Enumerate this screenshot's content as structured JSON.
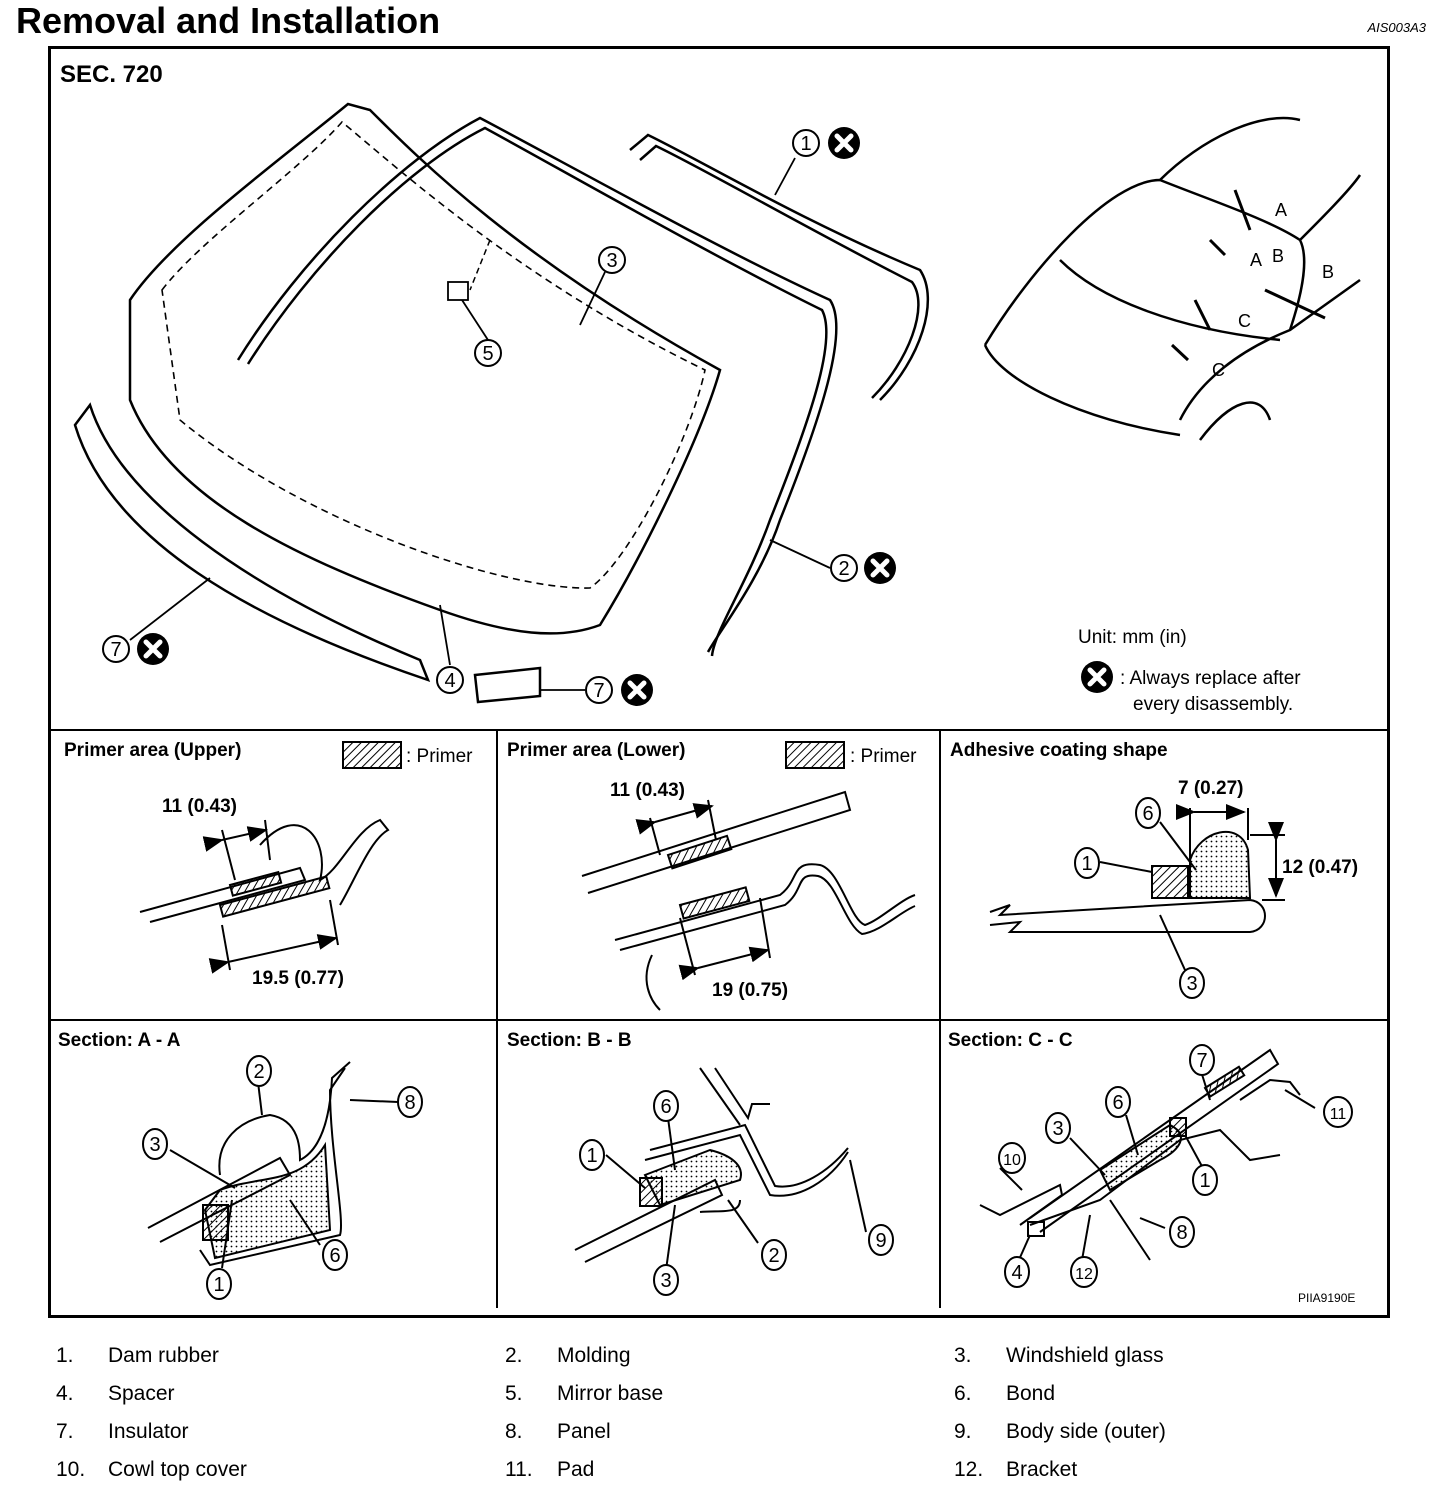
{
  "header": {
    "title": "Removal and Installation",
    "code": "AIS003A3"
  },
  "diagram": {
    "section": "SEC. 720",
    "unit": "Unit: mm (in)",
    "replace_note_1": ": Always replace after",
    "replace_note_2": "every disassembly.",
    "figure_code": "PIIA9190E",
    "primer_label": ": Primer",
    "panels": {
      "primer_upper": {
        "title": "Primer area (Upper)",
        "dim1": "11 (0.43)",
        "dim2": "19.5 (0.77)"
      },
      "primer_lower": {
        "title": "Primer area (Lower)",
        "dim1": "11 (0.43)",
        "dim2": "19 (0.75)"
      },
      "adhesive": {
        "title": "Adhesive coating shape",
        "dim1": "7 (0.27)",
        "dim2": "12 (0.47)"
      },
      "section_a": {
        "title": "Section: A - A"
      },
      "section_b": {
        "title": "Section: B - B"
      },
      "section_c": {
        "title": "Section: C - C"
      }
    },
    "section_marks": {
      "a": "A",
      "b": "B",
      "c": "C"
    },
    "callouts": {
      "n1": "1",
      "n2": "2",
      "n3": "3",
      "n4": "4",
      "n5": "5",
      "n6": "6",
      "n7": "7",
      "n8": "8",
      "n9": "9",
      "n10": "10",
      "n11": "11",
      "n12": "12"
    }
  },
  "legend": [
    {
      "num": "1.",
      "label": "Dam rubber"
    },
    {
      "num": "2.",
      "label": "Molding"
    },
    {
      "num": "3.",
      "label": "Windshield glass"
    },
    {
      "num": "4.",
      "label": "Spacer"
    },
    {
      "num": "5.",
      "label": "Mirror base"
    },
    {
      "num": "6.",
      "label": "Bond"
    },
    {
      "num": "7.",
      "label": "Insulator"
    },
    {
      "num": "8.",
      "label": "Panel"
    },
    {
      "num": "9.",
      "label": "Body side (outer)"
    },
    {
      "num": "10.",
      "label": "Cowl top cover"
    },
    {
      "num": "11.",
      "label": "Pad"
    },
    {
      "num": "12.",
      "label": "Bracket"
    }
  ]
}
